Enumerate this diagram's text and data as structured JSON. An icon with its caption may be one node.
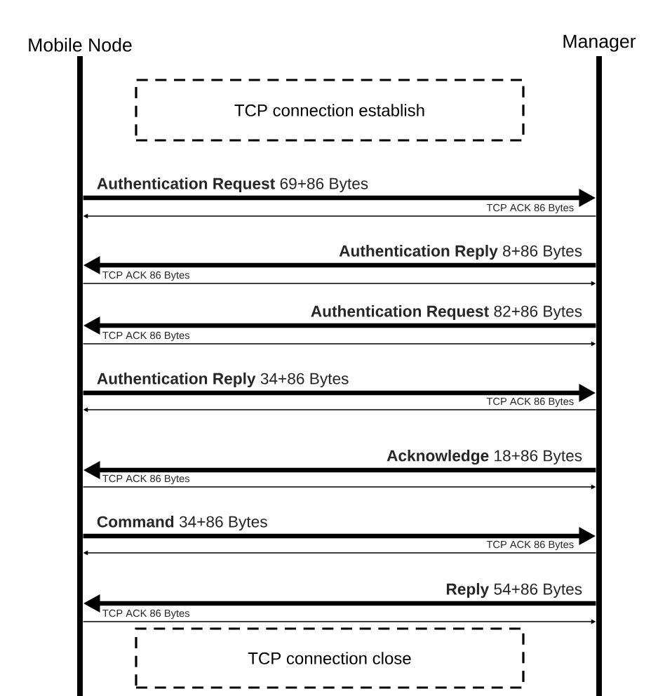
{
  "diagram": {
    "nodes": [
      {
        "text": [
          "Mobile Node"
        ]
      },
      {
        "text": [
          "Manager"
        ]
      },
      {
        "text": [
          "TCP connection establish"
        ]
      },
      {
        "text": [
          "TCP connection close"
        ]
      }
    ],
    "edges": [
      {
        "from": 0,
        "to": 1,
        "arrow": "to",
        "style": "thick",
        "label": "**Authentication Request** 69+86 Bytes"
      },
      {
        "from": 1,
        "to": 0,
        "arrow": "to",
        "label": "TCP ACK 86 Bytes"
      },
      {
        "from": 1,
        "to": 0,
        "arrow": "to",
        "style": "thick",
        "label": "**Authentication Reply** 8+86 Bytes"
      },
      {
        "from": 0,
        "to": 1,
        "arrow": "to",
        "label": "TCP ACK 86 Bytes"
      },
      {
        "from": 1,
        "to": 0,
        "arrow": "to",
        "style": "thick",
        "label": "**Authentication Request** 82+86 Bytes"
      },
      {
        "from": 0,
        "to": 1,
        "arrow": "to",
        "label": "TCP ACK 86 Bytes"
      },
      {
        "from": 0,
        "to": 1,
        "arrow": "to",
        "style": "thick",
        "label": "**Authentication Reply** 34+86 Bytes"
      },
      {
        "from": 1,
        "to": 0,
        "arrow": "to",
        "label": "TCP ACK 86 Bytes"
      },
      {
        "from": 1,
        "to": 0,
        "arrow": "to",
        "style": "thick",
        "label": "**Acknowledge** 18+86 Bytes"
      },
      {
        "from": 0,
        "to": 1,
        "arrow": "to",
        "label": "TCP ACK 86 Bytes"
      },
      {
        "from": 0,
        "to": 1,
        "arrow": "to",
        "style": "thick",
        "label": "**Command** 34+86 Bytes"
      },
      {
        "from": 1,
        "to": 0,
        "arrow": "to",
        "label": "TCP ACK 86 Bytes"
      },
      {
        "from": 1,
        "to": 0,
        "arrow": "to",
        "style": "thick",
        "label": "**Reply** 54+86 Bytes"
      },
      {
        "from": 0,
        "to": 1,
        "arrow": "to",
        "label": "TCP ACK 86 Bytes"
      }
    ]
  }
}
